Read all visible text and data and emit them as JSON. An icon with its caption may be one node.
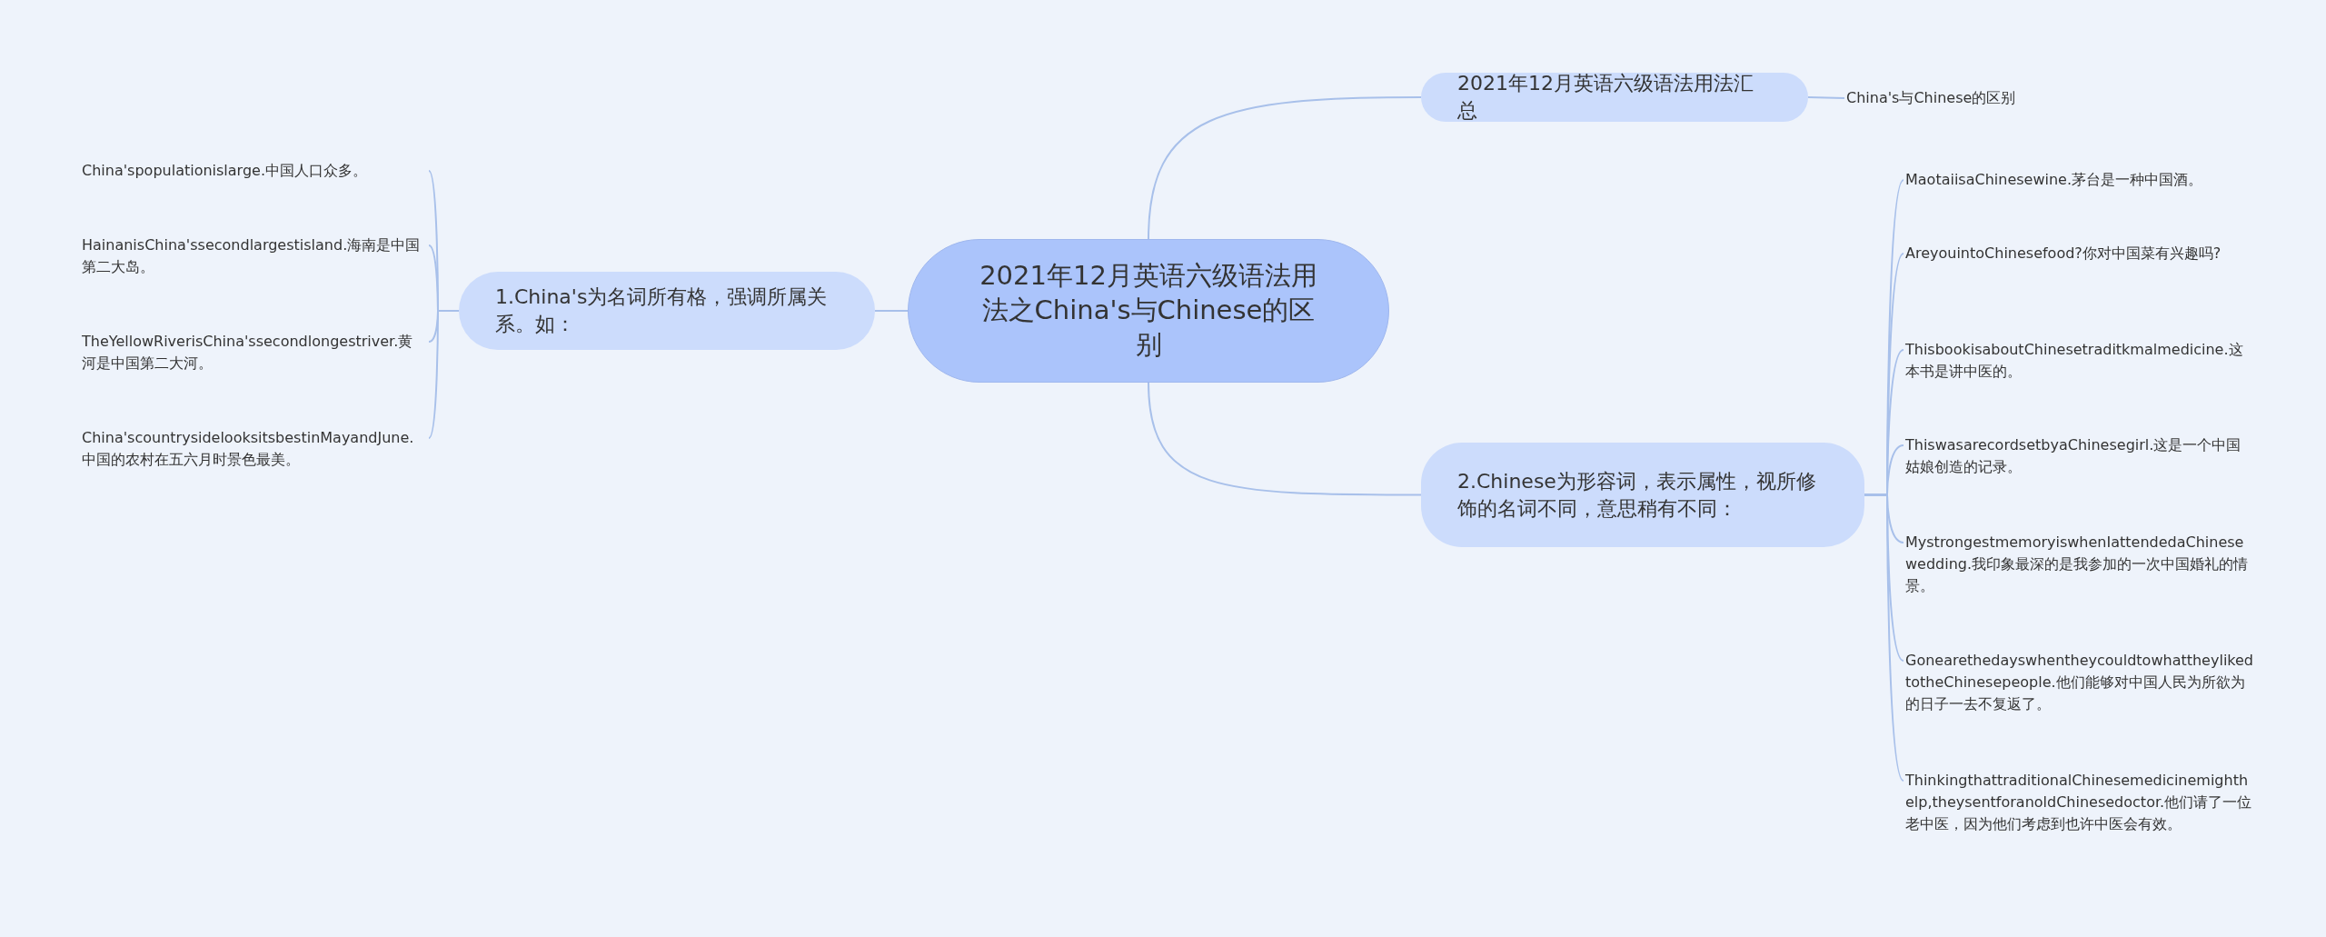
{
  "diagram": {
    "nodes": [
      {
        "text": [
          "2021年12月英语六级语法用法之China's与Chinese的区别"
        ]
      },
      {
        "text": [
          "2021年12月英语六级语法用法汇总"
        ]
      },
      {
        "text": [
          "China's与Chinese的区别"
        ]
      },
      {
        "text": [
          "1.China's为名词所有格，强调所属关系。如："
        ]
      },
      {
        "text": [
          "China'spopulationislarge.中国人口众多。"
        ]
      },
      {
        "text": [
          "HainanisChina'ssecondlargestisland.海南是中国第二大岛。"
        ]
      },
      {
        "text": [
          "TheYellowRiverisChina'ssecondlongestriver.黄河是中国第二大河。"
        ]
      },
      {
        "text": [
          "China'scountrysidelooksitsbestinMayandJune.中国的农村在五六月时景色最美。"
        ]
      },
      {
        "text": [
          "2.Chinese为形容词，表示属性，视所修饰的名词不同，意思稍有不同："
        ]
      },
      {
        "text": [
          "MaotaiisaChinesewine.茅台是一种中国酒。"
        ]
      },
      {
        "text": [
          "AreyouintoChinesefood?你对中国菜有兴趣吗?"
        ]
      },
      {
        "text": [
          "ThisbookisaboutChinesetraditkmalmedicine.这本书是讲中医的。"
        ]
      },
      {
        "text": [
          "ThiswasarecordsetbyaChinesegirl.这是一个中国姑娘创造的记录。"
        ]
      },
      {
        "text": [
          "MystrongestmemoryiswhenIattendedaChinesewedding.我印象最深的是我参加的一次中国婚礼的情景。"
        ]
      },
      {
        "text": [
          "GonearethedayswhentheycouldtowhattheylikedtotheChinesepeople.他们能够对中国人民为所欲为的日子一去不复返了。"
        ]
      },
      {
        "text": [
          "ThinkingthattraditionalChinesemedicinemighthelp,theysentforanoldChinesedoctor.他们请了一位老中医，因为他们考虑到也许中医会有效。"
        ]
      }
    ],
    "edges": [
      {
        "from": 0,
        "to": 1,
        "arrow": "none"
      },
      {
        "from": 1,
        "to": 2,
        "arrow": "none"
      },
      {
        "from": 0,
        "to": 3,
        "arrow": "none"
      },
      {
        "from": 3,
        "to": 4,
        "arrow": "none"
      },
      {
        "from": 3,
        "to": 5,
        "arrow": "none"
      },
      {
        "from": 3,
        "to": 6,
        "arrow": "none"
      },
      {
        "from": 3,
        "to": 7,
        "arrow": "none"
      },
      {
        "from": 0,
        "to": 8,
        "arrow": "none"
      },
      {
        "from": 8,
        "to": 9,
        "arrow": "none"
      },
      {
        "from": 8,
        "to": 10,
        "arrow": "none"
      },
      {
        "from": 8,
        "to": 11,
        "arrow": "none"
      },
      {
        "from": 8,
        "to": 12,
        "arrow": "none"
      },
      {
        "from": 8,
        "to": 13,
        "arrow": "none"
      },
      {
        "from": 8,
        "to": 14,
        "arrow": "none"
      },
      {
        "from": 8,
        "to": 15,
        "arrow": "none"
      }
    ]
  }
}
